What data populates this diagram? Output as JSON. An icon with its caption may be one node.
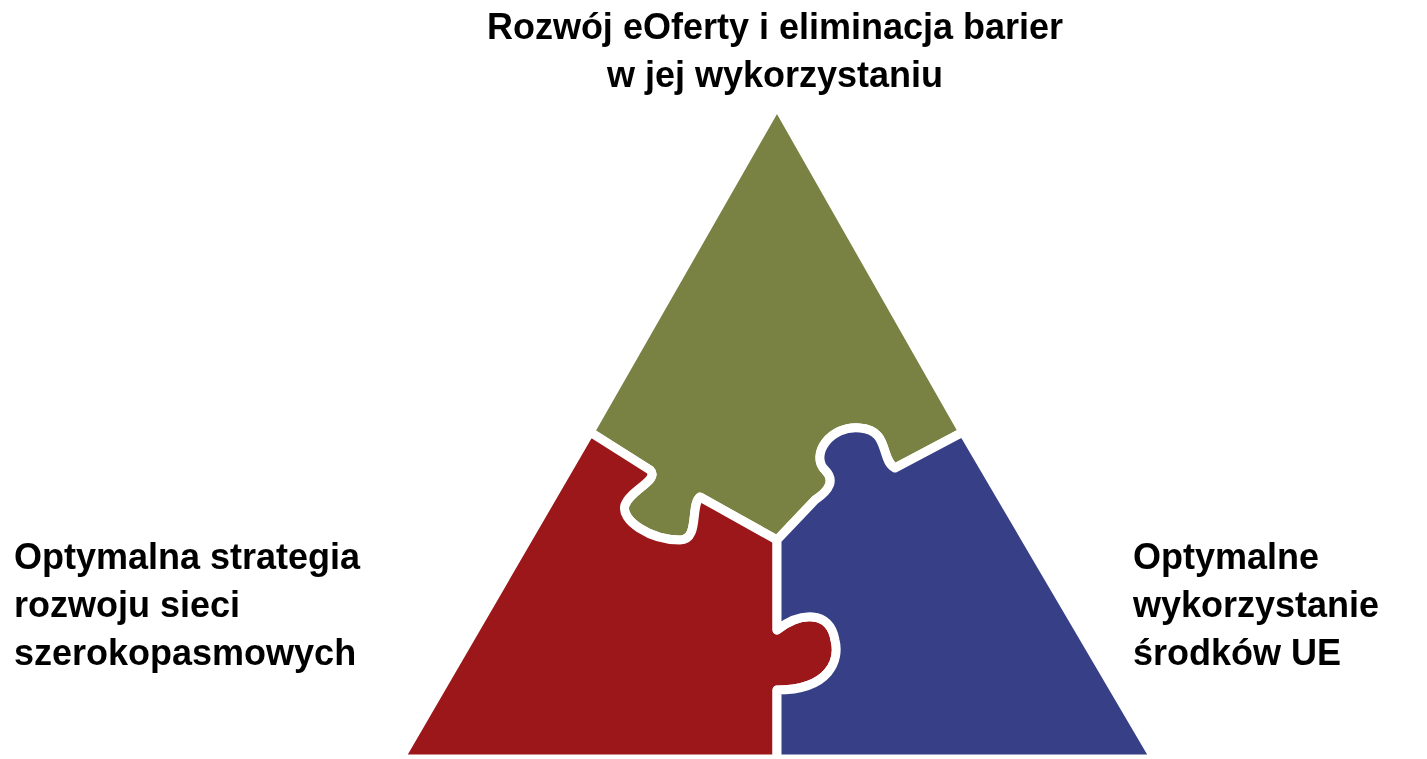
{
  "diagram": {
    "nodes": [
      {
        "text": [
          "Rozwój eOferty i eliminacja barier w jej wykorzystaniu"
        ]
      },
      {
        "text": [
          "Optymalna strategia rozwoju sieci szerokopasmowych"
        ]
      },
      {
        "text": [
          "Optymalne wykorzystanie środków UE"
        ]
      }
    ]
  }
}
